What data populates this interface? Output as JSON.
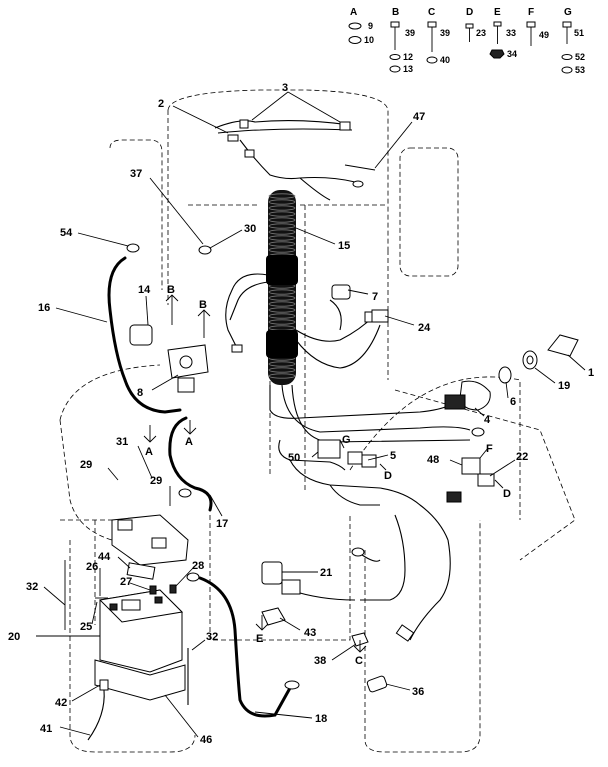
{
  "hardware_key": [
    {
      "letter": "A",
      "items": [
        "9",
        "10"
      ]
    },
    {
      "letter": "B",
      "items": [
        "39",
        "12",
        "13"
      ]
    },
    {
      "letter": "C",
      "items": [
        "39",
        "40"
      ]
    },
    {
      "letter": "D",
      "items": [
        "23"
      ]
    },
    {
      "letter": "E",
      "items": [
        "33",
        "34"
      ]
    },
    {
      "letter": "F",
      "items": [
        "49"
      ]
    },
    {
      "letter": "G",
      "items": [
        "51",
        "52",
        "53"
      ]
    }
  ],
  "parts": {
    "p1": "1",
    "p2": "2",
    "p3": "3",
    "p4": "4",
    "p5": "5",
    "p6": "6",
    "p7": "7",
    "p8": "8",
    "p14": "14",
    "p15": "15",
    "p16": "16",
    "p17": "17",
    "p18": "18",
    "p19": "19",
    "p20": "20",
    "p21": "21",
    "p22": "22",
    "p24": "24",
    "p25": "25",
    "p26": "26",
    "p27": "27",
    "p28": "28",
    "p29a": "29",
    "p29b": "29",
    "p30": "30",
    "p31": "31",
    "p32a": "32",
    "p32b": "32",
    "p36": "36",
    "p37": "37",
    "p38": "38",
    "p41": "41",
    "p42": "42",
    "p43": "43",
    "p44": "44",
    "p46": "46",
    "p47": "47",
    "p48": "48",
    "p50": "50",
    "p54": "54"
  },
  "callouts": {
    "B1": "B",
    "B2": "B",
    "A1": "A",
    "A2": "A",
    "G1": "G",
    "D1": "D",
    "F1": "F",
    "D2": "D",
    "E1": "E",
    "C1": "C"
  }
}
